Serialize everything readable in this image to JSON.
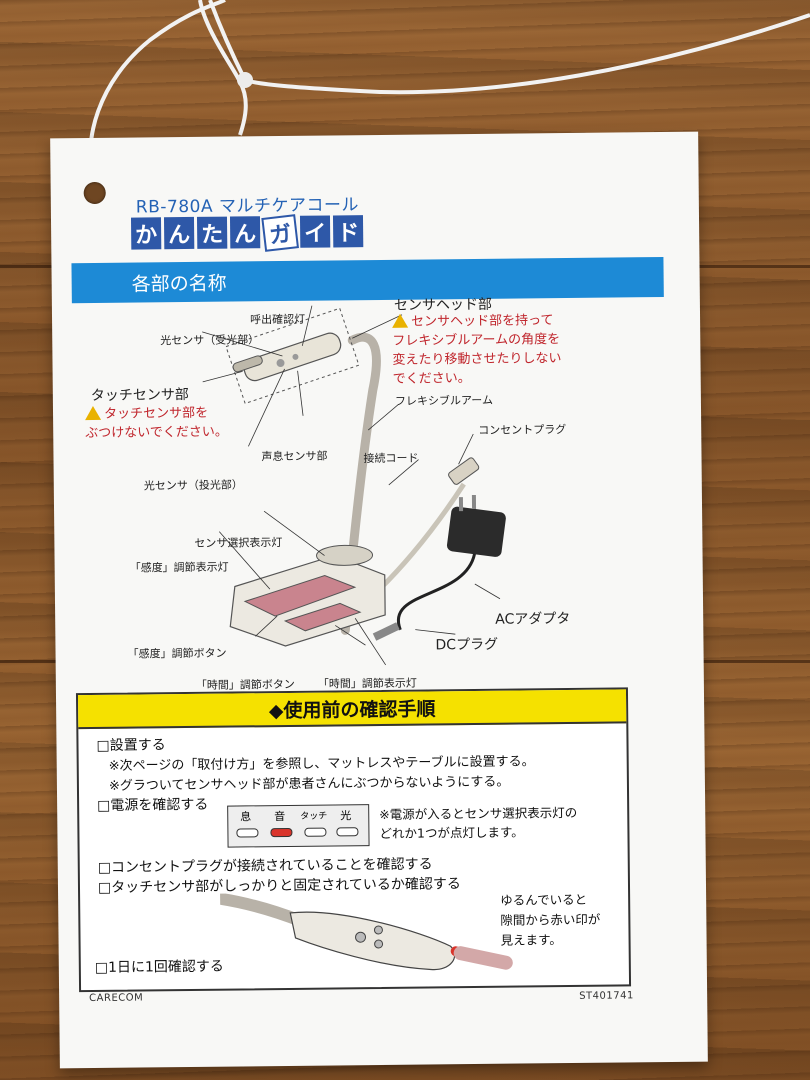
{
  "card": {
    "model": "RB-780A マルチケアコール",
    "title_chars": [
      "か",
      "ん",
      "た",
      "ん",
      "ガ",
      "イ",
      "ド"
    ],
    "section_title": "各部の名称",
    "labels": {
      "sensor_head": "センサヘッド部",
      "call_confirm_lamp": "呼出確認灯",
      "light_sensor_rx": "光センサ（受光部）",
      "touch_sensor": "タッチセンサ部",
      "voice_sensor": "声息センサ部",
      "light_sensor_tx": "光センサ（投光部）",
      "flexible_arm": "フレキシブルアーム",
      "outlet_plug": "コンセントプラグ",
      "connection_cord": "接続コード",
      "sensor_select_lamp": "センサ選択表示灯",
      "sensitivity_lamp": "「感度」調節表示灯",
      "ac_adapter": "ACアダプタ",
      "dc_plug": "DCプラグ",
      "sensitivity_button": "「感度」調節ボタン",
      "time_button": "「時間」調節ボタン",
      "time_lamp": "「時間」調節表示灯"
    },
    "warnings": {
      "head": [
        "センサヘッド部を持って",
        "フレキシブルアームの角度を",
        "変えたり移動させたりしない",
        "でください。"
      ],
      "touch": [
        "タッチセンサ部を",
        "ぶつけないでください。"
      ]
    },
    "checklist": {
      "heading": "◆使用前の確認手順",
      "items": [
        "□設置する",
        "※次ページの「取付け方」を参照し、マットレスやテーブルに設置する。",
        "※グラついてセンサヘッド部が患者さんにぶつからないようにする。",
        "□電源を確認する",
        "□コンセントプラグが接続されていることを確認する",
        "□タッチセンサ部がしっかりと固定されているか確認する",
        "□1日に1回確認する"
      ],
      "indicator_labels": [
        "息",
        "音",
        "タッチ",
        "光"
      ],
      "power_note": [
        "※電源が入るとセンサ選択表示灯の",
        "どれか1つが点灯します。"
      ],
      "loose_note": [
        "ゆるんでいると",
        "隙間から赤い印が",
        "見えます。"
      ]
    },
    "footer_left": "CARECOM",
    "footer_right": "ST401741"
  },
  "colors": {
    "brand_blue": "#2e58a8",
    "section_blue": "#1d8ad6",
    "warning_red": "#c0262d",
    "highlight_yellow": "#f5e100",
    "led_on": "#d9342b"
  }
}
